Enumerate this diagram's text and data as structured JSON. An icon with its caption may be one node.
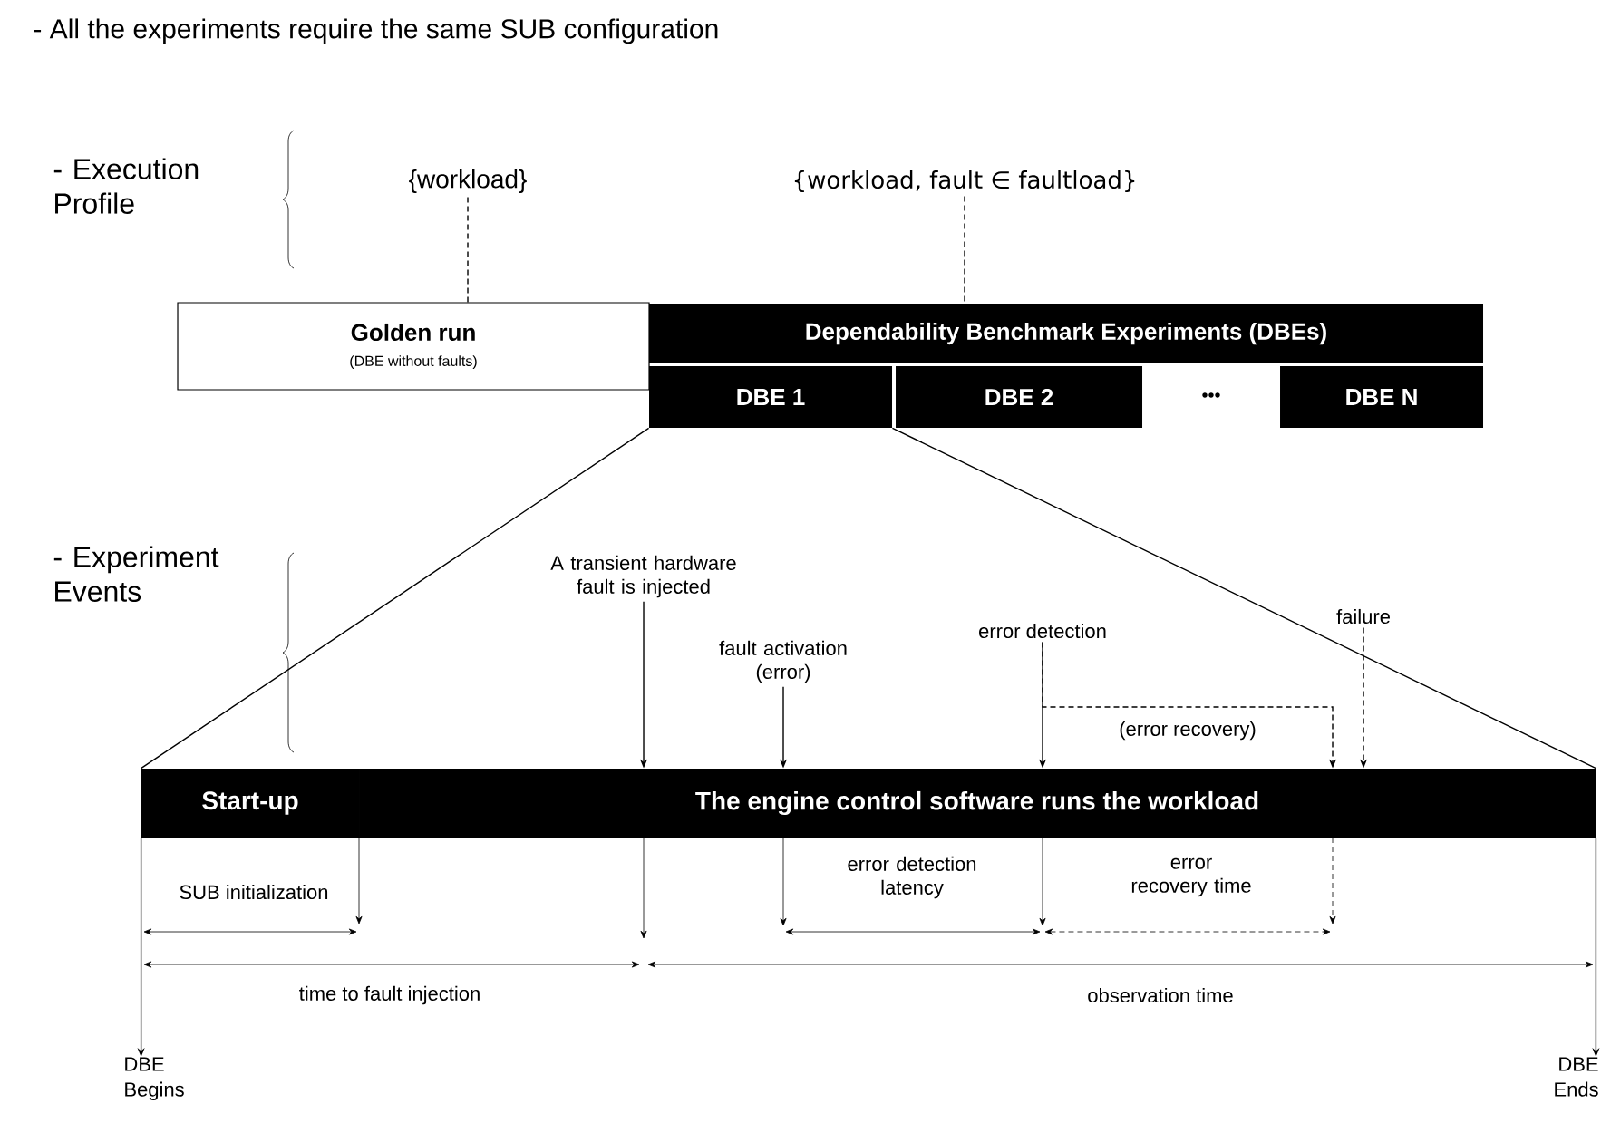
{
  "diagram": {
    "title": "- All the experiments require the same SUB configuration",
    "nodes": [
      {
        "text": [
          "Golden run",
          "(DBE without faults)"
        ]
      },
      {
        "text": [
          "Dependability Benchmark Experiments (DBEs)"
        ]
      },
      {
        "text": [
          "DBE 1"
        ]
      },
      {
        "text": [
          "DBE 2"
        ]
      },
      {
        "text": [
          "•••"
        ]
      },
      {
        "text": [
          "DBE N"
        ]
      },
      {
        "text": [
          "Start-up"
        ]
      },
      {
        "text": [
          "The engine control software runs the workload"
        ]
      },
      {
        "text": [
          "{workload}"
        ]
      },
      {
        "text": [
          "{workload, fault ∈ faultload}"
        ]
      },
      {
        "text": [
          "A transient hardware fault is injected"
        ]
      },
      {
        "text": [
          "fault activation (error)"
        ]
      },
      {
        "text": [
          "error detection"
        ]
      },
      {
        "text": [
          "failure"
        ]
      },
      {
        "text": [
          "DBE Begins"
        ]
      },
      {
        "text": [
          "DBE Ends"
        ]
      }
    ],
    "edges": [
      {
        "from": 8,
        "to": 0,
        "arrow": "none",
        "style": "dashed"
      },
      {
        "from": 9,
        "to": 1,
        "arrow": "none",
        "style": "dashed"
      },
      {
        "from": 2,
        "to": 6,
        "arrow": "none"
      },
      {
        "from": 2,
        "to": 7,
        "arrow": "none"
      },
      {
        "from": 10,
        "to": 7,
        "arrow": "to"
      },
      {
        "from": 11,
        "to": 7,
        "arrow": "to"
      },
      {
        "from": 12,
        "to": 7,
        "arrow": "to"
      },
      {
        "from": 12,
        "to": 7,
        "arrow": "to",
        "style": "dashed",
        "label": "(error recovery)"
      },
      {
        "from": 13,
        "to": 7,
        "arrow": "to",
        "style": "dashed"
      },
      {
        "from": 6,
        "to": 14,
        "arrow": "to"
      },
      {
        "from": 7,
        "to": 15,
        "arrow": "to"
      }
    ],
    "labels": [
      "- Execution Profile",
      "- Experiment Events",
      "SUB initialization",
      "error detection latency",
      "error recovery time",
      "time to fault injection",
      "observation time"
    ]
  }
}
